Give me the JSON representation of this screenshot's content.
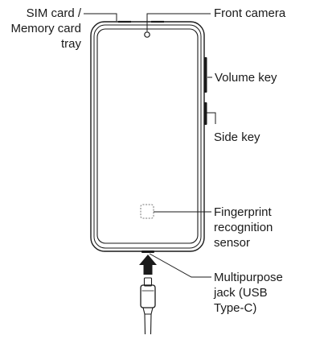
{
  "labels": {
    "sim_tray": [
      "SIM card /",
      "Memory card",
      "tray"
    ],
    "front_camera": [
      "Front camera"
    ],
    "volume_key": [
      "Volume key"
    ],
    "side_key": [
      "Side key"
    ],
    "fingerprint": [
      "Fingerprint",
      "recognition",
      "sensor"
    ],
    "usb_jack": [
      "Multipurpose",
      "jack (USB",
      "Type-C)"
    ]
  },
  "colors": {
    "stroke": "#1a1a1a",
    "text": "#1a1a1a",
    "fingerprint_box": "#777777",
    "arrow": "#1a1a1a"
  }
}
